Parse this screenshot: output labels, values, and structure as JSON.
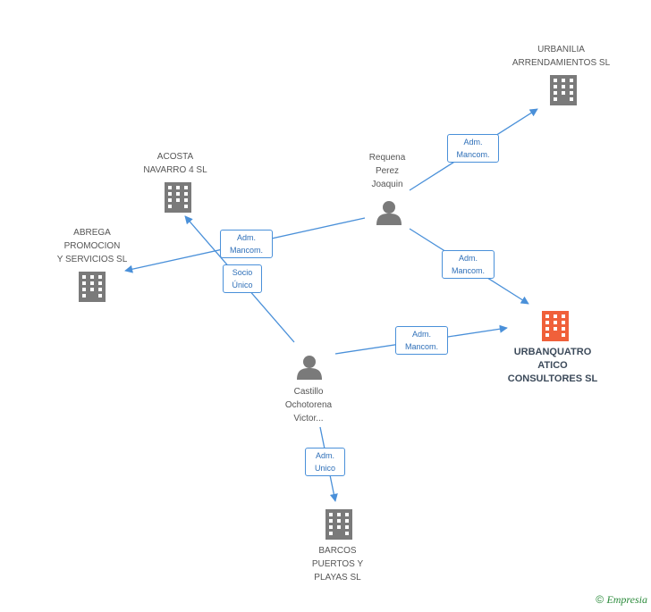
{
  "nodes": {
    "urbanilia": {
      "label": "URBANILIA\nARRENDAMIENTOS SL",
      "type": "company"
    },
    "acosta": {
      "label": "ACOSTA\nNAVARRO 4  SL",
      "type": "company"
    },
    "abrega": {
      "label": "ABREGA\nPROMOCION\nY SERVICIOS SL",
      "type": "company"
    },
    "requena": {
      "label": "Requena\nPerez\nJoaquin",
      "type": "person"
    },
    "urbanquatro": {
      "label": "URBANQUATRO\nATICO\nCONSULTORES SL",
      "type": "company-main"
    },
    "castillo": {
      "label": "Castillo\nOchotorena\nVictor...",
      "type": "person"
    },
    "barcos": {
      "label": "BARCOS\nPUERTOS Y\nPLAYAS  SL",
      "type": "company"
    }
  },
  "edges": {
    "requena_urbanilia": "Adm.\nMancom.",
    "requena_abrega": "Adm.\nMancom.",
    "castillo_acosta": "Socio\nÚnico",
    "requena_urbanquatro": "Adm.\nMancom.",
    "castillo_urbanquatro": "Adm.\nMancom.",
    "castillo_barcos": "Adm.\nUnico"
  },
  "colors": {
    "company": "#7a7a7a",
    "company_main": "#f0603a",
    "person": "#7a7a7a",
    "edge": "#4a90d9"
  },
  "footer": {
    "copyright": "©",
    "brand": "Empresia"
  }
}
